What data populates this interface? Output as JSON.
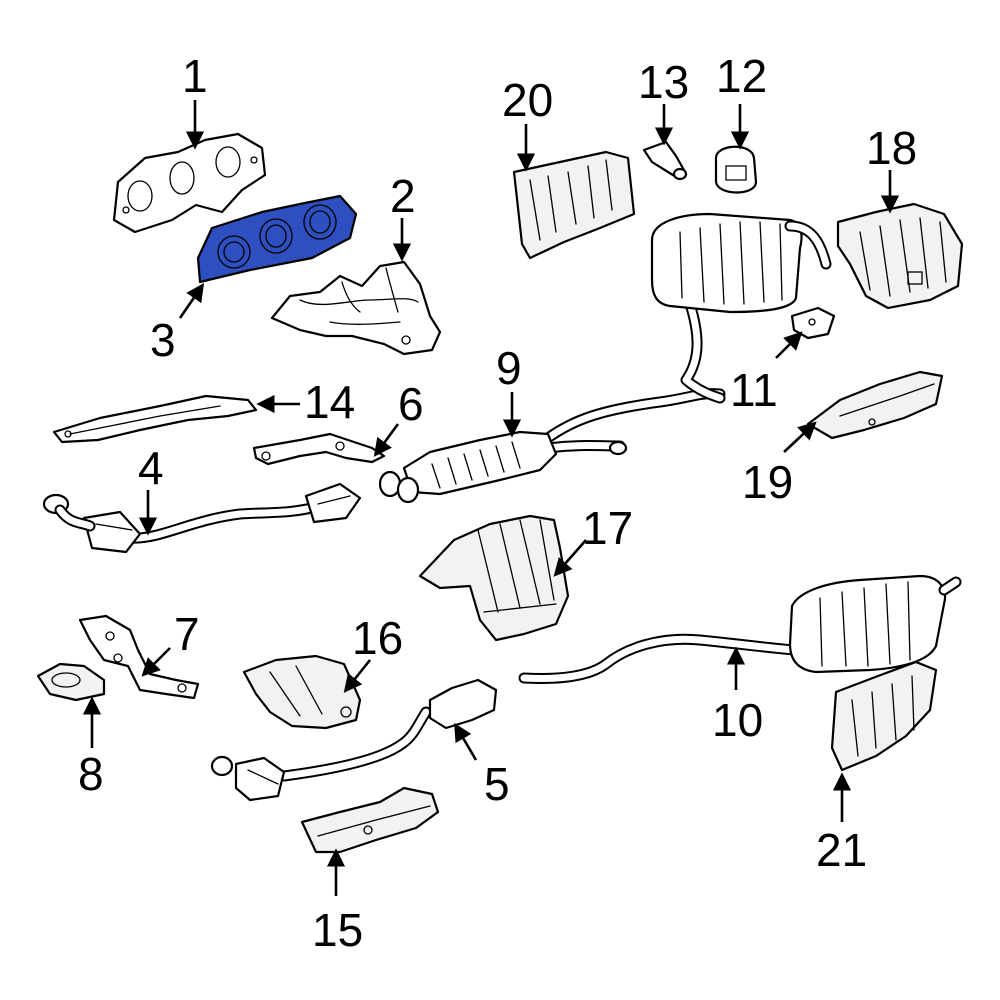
{
  "highlight_color": "#2e4fbf",
  "callouts": {
    "c1": "1",
    "c2": "2",
    "c3": "3",
    "c4": "4",
    "c5": "5",
    "c6": "6",
    "c7": "7",
    "c8": "8",
    "c9": "9",
    "c10": "10",
    "c11": "11",
    "c12": "12",
    "c13": "13",
    "c14": "14",
    "c15": "15",
    "c16": "16",
    "c17": "17",
    "c18": "18",
    "c19": "19",
    "c20": "20",
    "c21": "21"
  }
}
